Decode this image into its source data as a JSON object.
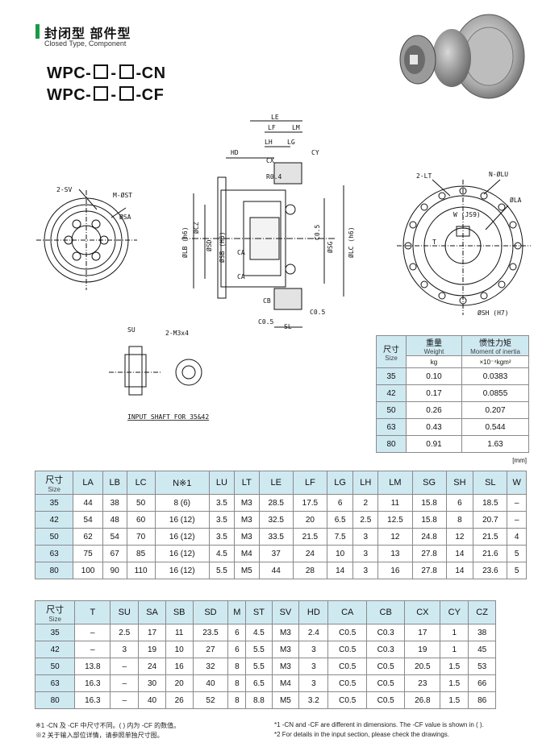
{
  "header": {
    "title_cn": "封闭型 部件型",
    "title_en": "Closed Type, Component",
    "model_line1": [
      "WPC-",
      "-",
      "-CN"
    ],
    "model_line2": [
      "WPC-",
      "-",
      "-CF"
    ]
  },
  "drawing_labels": {
    "front_left": [
      "2-SV",
      "M-ØST",
      "ØSA"
    ],
    "section": [
      "LE",
      "LF",
      "LM",
      "LH",
      "LG",
      "HD",
      "CX",
      "CY",
      "R0.4",
      "ØLB (h6)",
      "ØCZ",
      "ØSD",
      "ØSB (H6)",
      "CA",
      "CA",
      "ØSG",
      "C0.5",
      "ØLC (h6)",
      "CB",
      "C0.5",
      "SL",
      "C0.5"
    ],
    "front_right": [
      "2-LT",
      "N-ØLU",
      "ØLA",
      "W (JS9)",
      "T",
      "ØSH (H7)"
    ],
    "input_shaft": [
      "SU",
      "2-M3x4",
      "INPUT SHAFT FOR 35&42"
    ]
  },
  "weight_table": {
    "headers": {
      "size": "尺寸",
      "size_en": "Size",
      "weight": "重量",
      "weight_en": "Weight",
      "weight_unit": "kg",
      "inertia": "惯性力矩",
      "inertia_en": "Moment of inertia",
      "inertia_unit": "×10⁻⁴kgm²"
    },
    "rows": [
      [
        "35",
        "0.10",
        "0.0383"
      ],
      [
        "42",
        "0.17",
        "0.0855"
      ],
      [
        "50",
        "0.26",
        "0.207"
      ],
      [
        "63",
        "0.43",
        "0.544"
      ],
      [
        "80",
        "0.91",
        "1.63"
      ]
    ]
  },
  "unit": "[mm]",
  "table1": {
    "size_label": "尺寸",
    "size_en": "Size",
    "columns": [
      "LA",
      "LB",
      "LC",
      "N※1",
      "LU",
      "LT",
      "LE",
      "LF",
      "LG",
      "LH",
      "LM",
      "SG",
      "SH",
      "SL",
      "W"
    ],
    "rows": [
      [
        "35",
        "44",
        "38",
        "50",
        "8 (6)",
        "3.5",
        "M3",
        "28.5",
        "17.5",
        "6",
        "2",
        "11",
        "15.8",
        "6",
        "18.5",
        "–"
      ],
      [
        "42",
        "54",
        "48",
        "60",
        "16 (12)",
        "3.5",
        "M3",
        "32.5",
        "20",
        "6.5",
        "2.5",
        "12.5",
        "15.8",
        "8",
        "20.7",
        "–"
      ],
      [
        "50",
        "62",
        "54",
        "70",
        "16 (12)",
        "3.5",
        "M3",
        "33.5",
        "21.5",
        "7.5",
        "3",
        "12",
        "24.8",
        "12",
        "21.5",
        "4"
      ],
      [
        "63",
        "75",
        "67",
        "85",
        "16 (12)",
        "4.5",
        "M4",
        "37",
        "24",
        "10",
        "3",
        "13",
        "27.8",
        "14",
        "21.6",
        "5"
      ],
      [
        "80",
        "100",
        "90",
        "110",
        "16 (12)",
        "5.5",
        "M5",
        "44",
        "28",
        "14",
        "3",
        "16",
        "27.8",
        "14",
        "23.6",
        "5"
      ]
    ]
  },
  "table2": {
    "size_label": "尺寸",
    "size_en": "Size",
    "columns": [
      "T",
      "SU",
      "SA",
      "SB",
      "SD",
      "M",
      "ST",
      "SV",
      "HD",
      "CA",
      "CB",
      "CX",
      "CY",
      "CZ"
    ],
    "rows": [
      [
        "35",
        "–",
        "2.5",
        "17",
        "11",
        "23.5",
        "6",
        "4.5",
        "M3",
        "2.4",
        "C0.5",
        "C0.3",
        "17",
        "1",
        "38"
      ],
      [
        "42",
        "–",
        "3",
        "19",
        "10",
        "27",
        "6",
        "5.5",
        "M3",
        "3",
        "C0.5",
        "C0.3",
        "19",
        "1",
        "45"
      ],
      [
        "50",
        "13.8",
        "–",
        "24",
        "16",
        "32",
        "8",
        "5.5",
        "M3",
        "3",
        "C0.5",
        "C0.5",
        "20.5",
        "1.5",
        "53"
      ],
      [
        "63",
        "16.3",
        "–",
        "30",
        "20",
        "40",
        "8",
        "6.5",
        "M4",
        "3",
        "C0.5",
        "C0.5",
        "23",
        "1.5",
        "66"
      ],
      [
        "80",
        "16.3",
        "–",
        "40",
        "26",
        "52",
        "8",
        "8.8",
        "M5",
        "3.2",
        "C0.5",
        "C0.5",
        "26.8",
        "1.5",
        "86"
      ]
    ]
  },
  "footnotes": {
    "cn1": "※1 -CN 及 -CF 中尺寸不同。( ) 内为 -CF 的数值。",
    "cn2": "※2 关于输入部位详情，请参照单独尺寸图。",
    "en1": "*1 -CN and -CF are different in dimensions. The -CF value is shown in ( ).",
    "en2": "*2 For details in the input section, please check the drawings."
  }
}
